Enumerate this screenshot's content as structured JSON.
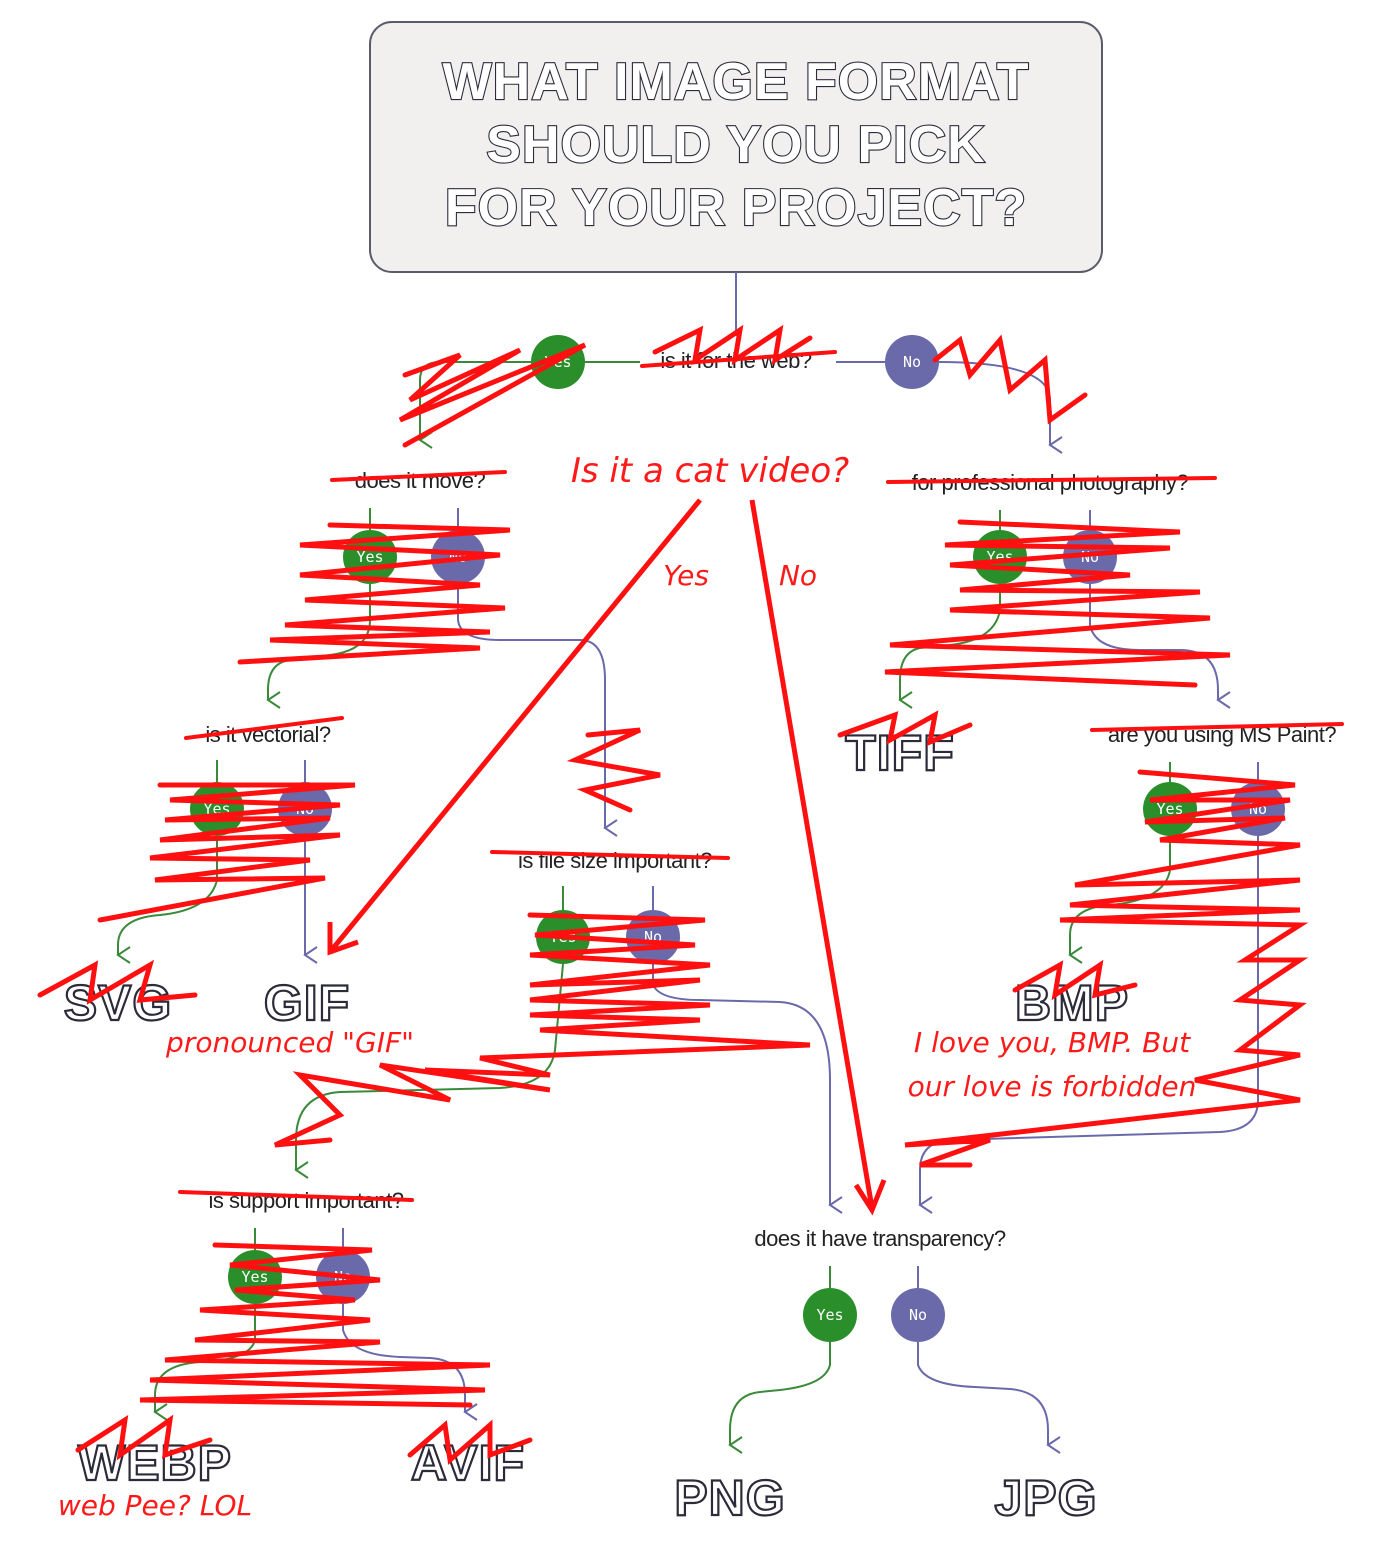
{
  "title": [
    "WHAT IMAGE FORMAT",
    "SHOULD YOU PICK",
    "FOR YOUR PROJECT?"
  ],
  "questions": {
    "web": "is it for the web?",
    "move": "does it move?",
    "photo": "for professional photography?",
    "vector": "is it vectorial?",
    "filesize": "is file size important?",
    "paint": "are you using MS Paint?",
    "support": "is support important?",
    "transparency": "does it have transparency?"
  },
  "buttons": {
    "yes": "Yes",
    "no": "No"
  },
  "formats": {
    "svg": "SVG",
    "gif": "GIF",
    "tiff": "TIFF",
    "bmp": "BMP",
    "webp": "WEBP",
    "avif": "AVIF",
    "png": "PNG",
    "jpg": "JPG"
  },
  "annotations": {
    "cat": "Is it a cat video?",
    "cat_yes": "Yes",
    "cat_no": "No",
    "gif": "pronounced \"GIF\"",
    "bmp_1": "I love you, BMP. But",
    "bmp_2": "our love is forbidden",
    "webp": "web Pee? LOL"
  },
  "colors": {
    "yes": "#2a8f2a",
    "no": "#6a6aaa",
    "scribble": "#ff1010",
    "title_box": "#f2efef"
  }
}
